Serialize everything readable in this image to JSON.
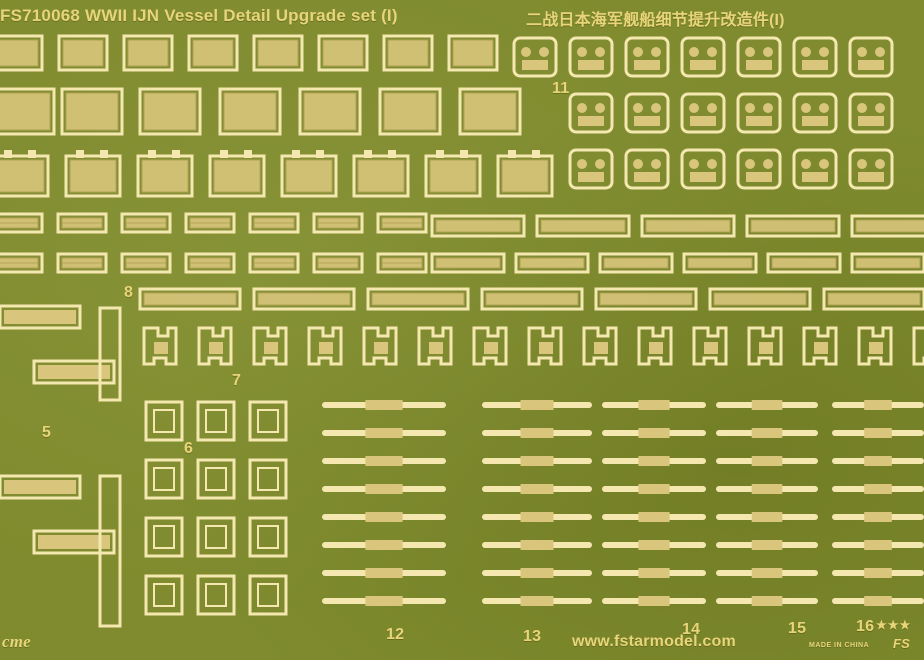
{
  "header": {
    "title_en": "FS710068 WWII IJN Vessel Detail Upgrade set (I)",
    "title_cn": "二战日本海军舰船细节提升改造件(I)"
  },
  "part_numbers": {
    "n5": "5",
    "n6": "6",
    "n7": "7",
    "n8": "8",
    "n11": "11",
    "n12": "12",
    "n13": "13",
    "n14": "14",
    "n15": "15",
    "n16": "16"
  },
  "footer": {
    "website": "www.fstarmodel.com",
    "made_in": "MADE IN CHINA",
    "brand_left": "cme",
    "brand_right": "FS",
    "stars": "★★★"
  },
  "colors": {
    "fret_green": "#7f8b2e",
    "brass_fill": "#d9c67c",
    "brass_edge": "#f4e8b0",
    "label_gold": "#e8d47a"
  }
}
